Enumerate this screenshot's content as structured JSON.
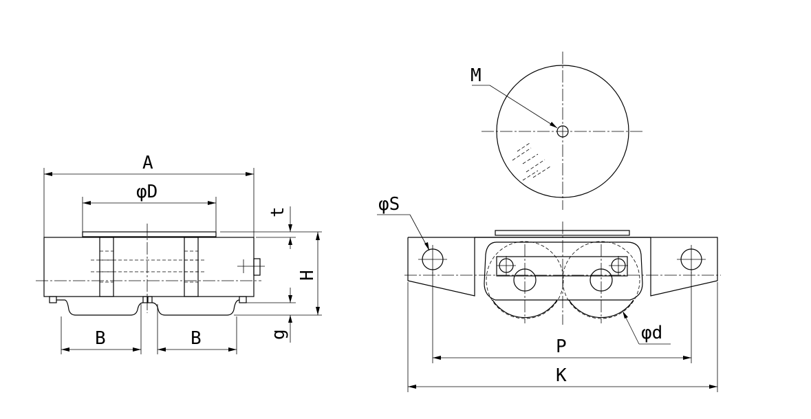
{
  "labels": {
    "A": "A",
    "phiD": "φD",
    "t": "t",
    "H": "H",
    "g": "g",
    "B_left": "B",
    "B_right": "B",
    "M": "M",
    "phiS": "φS",
    "phid": "φd",
    "P": "P",
    "K": "K"
  }
}
